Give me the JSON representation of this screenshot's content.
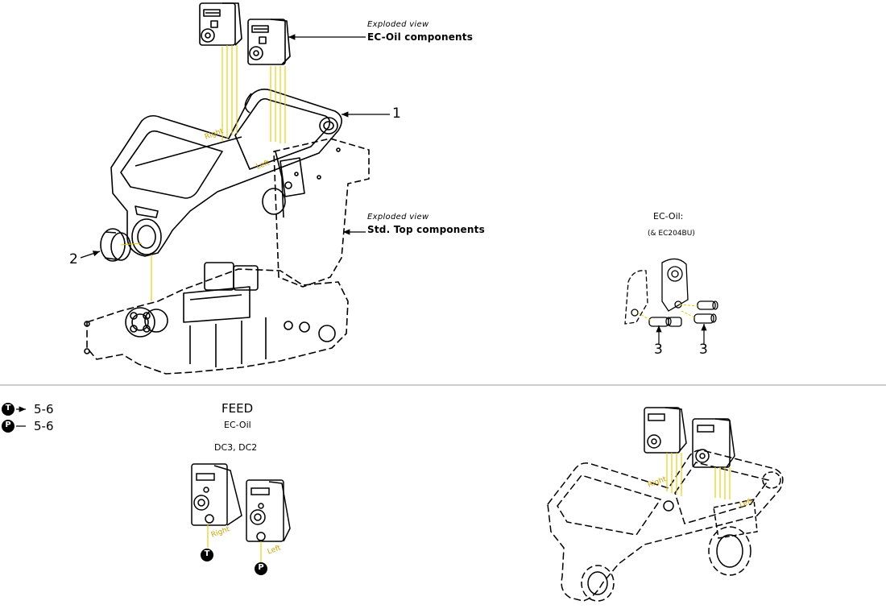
{
  "callouts": {
    "ecoil_title": "Exploded view",
    "ecoil_caption": "EC-Oil components",
    "std_title": "Exploded view",
    "std_caption": "Std. Top components",
    "item1": "1",
    "item2": "2",
    "item3a": "3",
    "item3b": "3"
  },
  "ec_oil": {
    "title": "EC-Oil:",
    "subtitle": "(& EC204BU)"
  },
  "side_labels": {
    "right": "Right",
    "left": "Left"
  },
  "ports": {
    "t_symbol": "T",
    "p_symbol": "P",
    "t_value": "5-6",
    "p_value": "5-6"
  },
  "feed": {
    "title": "FEED",
    "subtitle": "EC-Oil",
    "circuits": "DC3, DC2"
  },
  "colors": {
    "line": "#000000",
    "leader": "#e8c800",
    "separator": "#9a9a9a"
  }
}
